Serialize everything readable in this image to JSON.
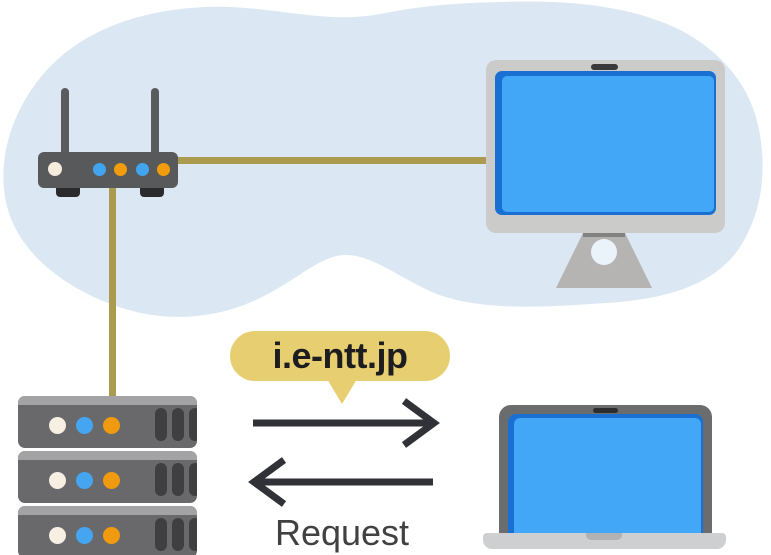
{
  "diagram": {
    "title_bubble": {
      "label": "i.e-ntt.jp",
      "fill": "#e6ce71",
      "text_color": "#1d1d1f"
    },
    "arrows": {
      "request_label": "Request",
      "color": "#313237",
      "top_arrow_direction": "right",
      "bottom_arrow_direction": "left"
    },
    "nodes": [
      {
        "id": "router",
        "icon": "router-icon",
        "location": "inside-cloud-left"
      },
      {
        "id": "desktop",
        "icon": "desktop-monitor-icon",
        "location": "inside-cloud-right"
      },
      {
        "id": "server",
        "icon": "server-rack-icon",
        "location": "bottom-left"
      },
      {
        "id": "laptop",
        "icon": "laptop-icon",
        "location": "bottom-right"
      }
    ],
    "connections": [
      {
        "from": "router",
        "to": "desktop",
        "style": "cable"
      },
      {
        "from": "router",
        "to": "server",
        "style": "cable"
      },
      {
        "from": "server",
        "to": "laptop",
        "style": "arrow-right"
      },
      {
        "from": "laptop",
        "to": "server",
        "style": "arrow-left",
        "label": "Request"
      }
    ],
    "colors": {
      "cloud": "#dbe8f4",
      "cable": "#ab9b4f",
      "arrow": "#313237",
      "screen_blue": "#42a7f6",
      "screen_blue_dark": "#1a6fd2",
      "device_gray": "#69696b",
      "bezel_gray": "#cbcbca",
      "led_blue": "#42a4ee",
      "led_orange": "#f09c0c",
      "led_cream": "#f5ecdd"
    }
  }
}
